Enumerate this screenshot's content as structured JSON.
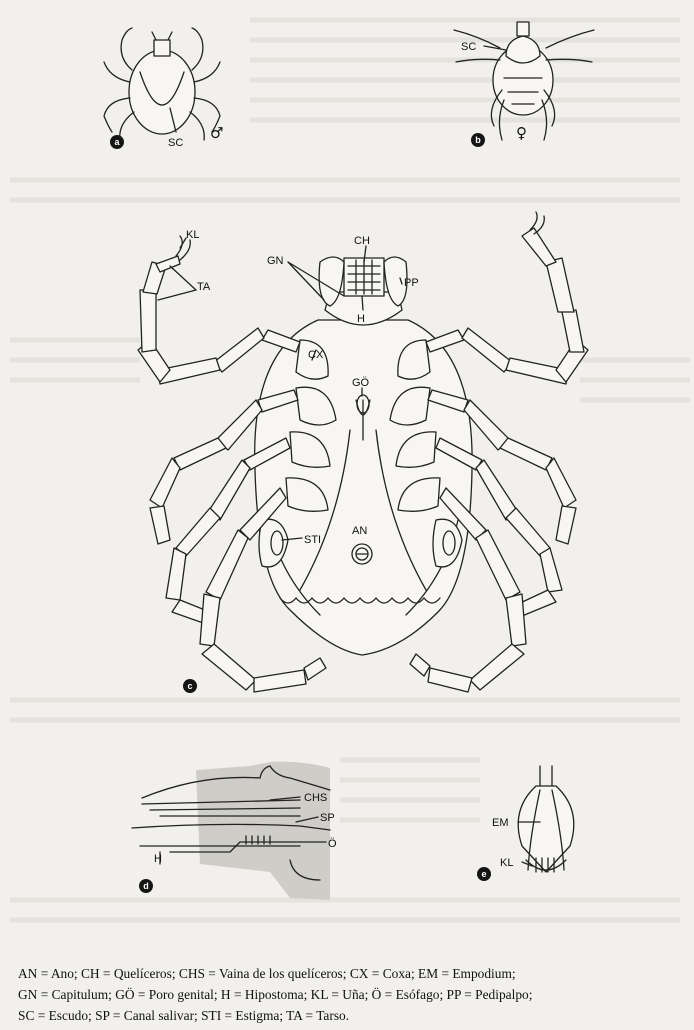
{
  "panels": {
    "a": {
      "badge": "a",
      "labels": {
        "sc": "SC"
      },
      "sex_symbol": "♂"
    },
    "b": {
      "badge": "b",
      "labels": {
        "sc": "SC"
      },
      "sex_symbol": "♀"
    },
    "c": {
      "badge": "c",
      "labels": {
        "kl": "KL",
        "ta": "TA",
        "ch": "CH",
        "gn": "GN",
        "pp": "PP",
        "h": "H",
        "cx": "CX",
        "go": "GÖ",
        "an": "AN",
        "sti": "STI"
      }
    },
    "d": {
      "badge": "d",
      "labels": {
        "chs": "CHS",
        "sp": "SP",
        "o": "Ö",
        "h": "H"
      }
    },
    "e": {
      "badge": "e",
      "labels": {
        "em": "EM",
        "kl": "KL"
      }
    }
  },
  "legend": {
    "line1": "AN = Ano; CH = Quelíceros; CHS = Vaina de los quelíceros; CX = Coxa; EM = Empodium;",
    "line2": "GN = Capitulum; GÖ = Poro genital; H = Hipostoma; KL = Uña; Ö = Esófago; PP = Pedipalpo;",
    "line3": "SC = Escudo; SP = Canal salivar; STI = Estigma; TA = Tarso."
  }
}
